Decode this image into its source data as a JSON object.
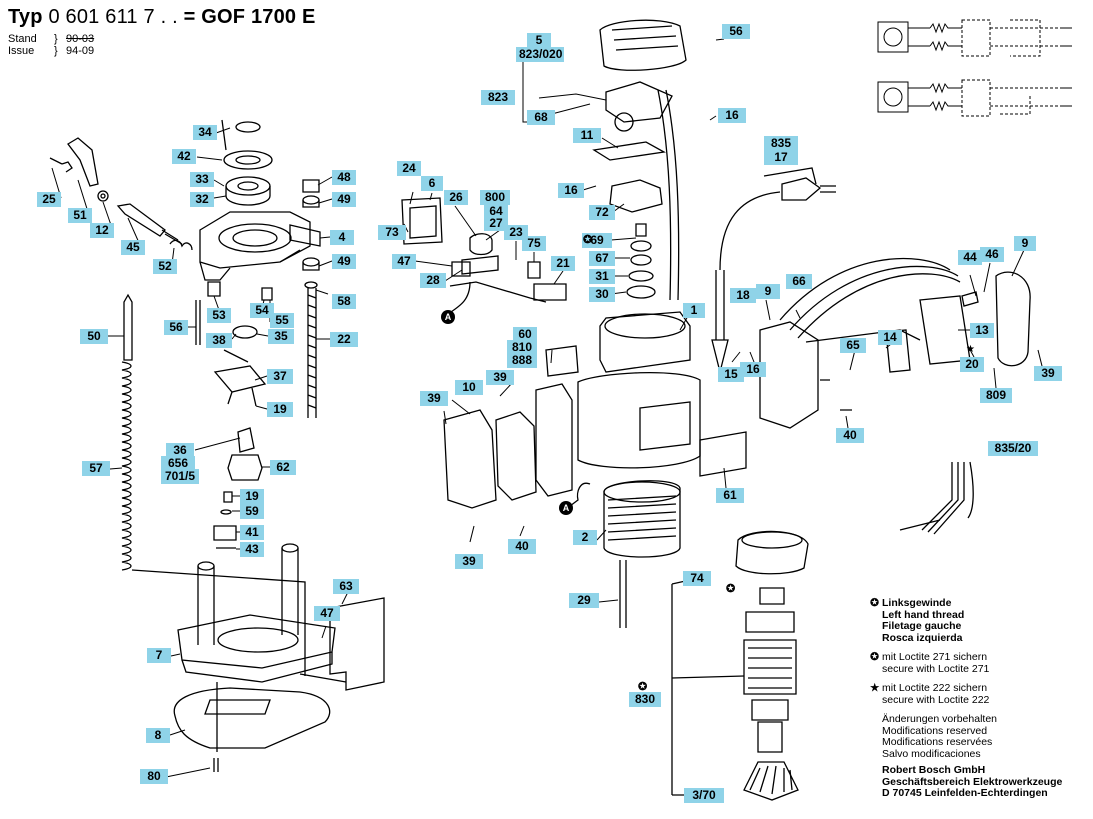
{
  "header": {
    "typ_label": "Typ",
    "typ_number": "0 601 611 7 . .",
    "equals": "=",
    "model": "GOF 1700 E"
  },
  "version": {
    "stand_label": "Stand",
    "stand_value": "90-03",
    "issue_label": "Issue",
    "issue_value": "94-09"
  },
  "parts": [
    {
      "id": "p34",
      "label": "34"
    },
    {
      "id": "p42",
      "label": "42"
    },
    {
      "id": "p33",
      "label": "33"
    },
    {
      "id": "p32",
      "label": "32"
    },
    {
      "id": "p25",
      "label": "25"
    },
    {
      "id": "p51",
      "label": "51"
    },
    {
      "id": "p12",
      "label": "12"
    },
    {
      "id": "p45",
      "label": "45"
    },
    {
      "id": "p52",
      "label": "52"
    },
    {
      "id": "p48",
      "label": "48"
    },
    {
      "id": "p49a",
      "label": "49"
    },
    {
      "id": "p4",
      "label": "4"
    },
    {
      "id": "p49b",
      "label": "49"
    },
    {
      "id": "p58",
      "label": "58"
    },
    {
      "id": "p53",
      "label": "53"
    },
    {
      "id": "p54",
      "label": "54"
    },
    {
      "id": "p55",
      "label": "55"
    },
    {
      "id": "p50",
      "label": "50"
    },
    {
      "id": "p56a",
      "label": "56"
    },
    {
      "id": "p38",
      "label": "38"
    },
    {
      "id": "p35",
      "label": "35"
    },
    {
      "id": "p22",
      "label": "22"
    },
    {
      "id": "p37",
      "label": "37"
    },
    {
      "id": "p19a",
      "label": "19"
    },
    {
      "id": "p36",
      "label": "36"
    },
    {
      "id": "p656",
      "label": "656"
    },
    {
      "id": "p701",
      "label": "701/5"
    },
    {
      "id": "p62",
      "label": "62"
    },
    {
      "id": "p57",
      "label": "57"
    },
    {
      "id": "p19b",
      "label": "19"
    },
    {
      "id": "p59",
      "label": "59"
    },
    {
      "id": "p41",
      "label": "41"
    },
    {
      "id": "p43",
      "label": "43"
    },
    {
      "id": "p7",
      "label": "7"
    },
    {
      "id": "p63",
      "label": "63"
    },
    {
      "id": "p47b",
      "label": "47"
    },
    {
      "id": "p8",
      "label": "8"
    },
    {
      "id": "p80",
      "label": "80"
    },
    {
      "id": "p24",
      "label": "24"
    },
    {
      "id": "p6",
      "label": "6"
    },
    {
      "id": "p73",
      "label": "73"
    },
    {
      "id": "p26",
      "label": "26"
    },
    {
      "id": "p800",
      "label": "800"
    },
    {
      "id": "p64",
      "label": "64"
    },
    {
      "id": "p27",
      "label": "27"
    },
    {
      "id": "p23",
      "label": "23"
    },
    {
      "id": "p75",
      "label": "75"
    },
    {
      "id": "p47a",
      "label": "47"
    },
    {
      "id": "p21",
      "label": "21"
    },
    {
      "id": "p28",
      "label": "28"
    },
    {
      "id": "p60",
      "label": "60"
    },
    {
      "id": "p810",
      "label": "810"
    },
    {
      "id": "p888",
      "label": "888"
    },
    {
      "id": "p5",
      "label": "5"
    },
    {
      "id": "p823020",
      "label": "823/020"
    },
    {
      "id": "p56b",
      "label": "56"
    },
    {
      "id": "p823",
      "label": "823"
    },
    {
      "id": "p68",
      "label": "68"
    },
    {
      "id": "p16a",
      "label": "16"
    },
    {
      "id": "p11",
      "label": "11"
    },
    {
      "id": "p16b",
      "label": "16"
    },
    {
      "id": "p72",
      "label": "72"
    },
    {
      "id": "p69",
      "label": "69"
    },
    {
      "id": "p67",
      "label": "67"
    },
    {
      "id": "p31",
      "label": "31"
    },
    {
      "id": "p30",
      "label": "30"
    },
    {
      "id": "p835",
      "label": "835"
    },
    {
      "id": "p17",
      "label": "17"
    },
    {
      "id": "p18",
      "label": "18"
    },
    {
      "id": "p1",
      "label": "1"
    },
    {
      "id": "p9a",
      "label": "9"
    },
    {
      "id": "p66",
      "label": "66"
    },
    {
      "id": "p15",
      "label": "15"
    },
    {
      "id": "p16c",
      "label": "16"
    },
    {
      "id": "p10",
      "label": "10"
    },
    {
      "id": "p39a",
      "label": "39"
    },
    {
      "id": "p39b",
      "label": "39"
    },
    {
      "id": "p61",
      "label": "61"
    },
    {
      "id": "p39c",
      "label": "39"
    },
    {
      "id": "p40a",
      "label": "40"
    },
    {
      "id": "p2",
      "label": "2"
    },
    {
      "id": "p29",
      "label": "29"
    },
    {
      "id": "p74",
      "label": "74"
    },
    {
      "id": "p830",
      "label": "830"
    },
    {
      "id": "p370",
      "label": "3/70"
    },
    {
      "id": "p44",
      "label": "44"
    },
    {
      "id": "p46",
      "label": "46"
    },
    {
      "id": "p9b",
      "label": "9"
    },
    {
      "id": "p14",
      "label": "14"
    },
    {
      "id": "p13",
      "label": "13"
    },
    {
      "id": "p20",
      "label": "20"
    },
    {
      "id": "p65",
      "label": "65"
    },
    {
      "id": "p40b",
      "label": "40"
    },
    {
      "id": "p39d",
      "label": "39"
    },
    {
      "id": "p809",
      "label": "809"
    },
    {
      "id": "p83520",
      "label": "835/20"
    }
  ],
  "legend": {
    "left_hand": [
      "Linksgewinde",
      "Left hand thread",
      "Filetage gauche",
      "Rosca izquierda"
    ],
    "loctite271": [
      "mit Loctite 271 sichern",
      "secure with Loctite 271"
    ],
    "loctite222": [
      "mit Loctite 222 sichern",
      "secure with Loctite 222"
    ],
    "modifications": [
      "Änderungen vorbehalten",
      "Modifications reserved",
      "Modifications reservées",
      "Salvo modificaciones"
    ],
    "company": [
      "Robert Bosch GmbH",
      "Geschäftsbereich Elektrowerkzeuge",
      "D 70745 Leinfelden-Echterdingen"
    ]
  },
  "symbols": {
    "left_hand": "✪",
    "loctite271": "✪",
    "loctite222": "★"
  },
  "colors": {
    "label_bg": "#8fd3e8",
    "line": "#000000"
  }
}
